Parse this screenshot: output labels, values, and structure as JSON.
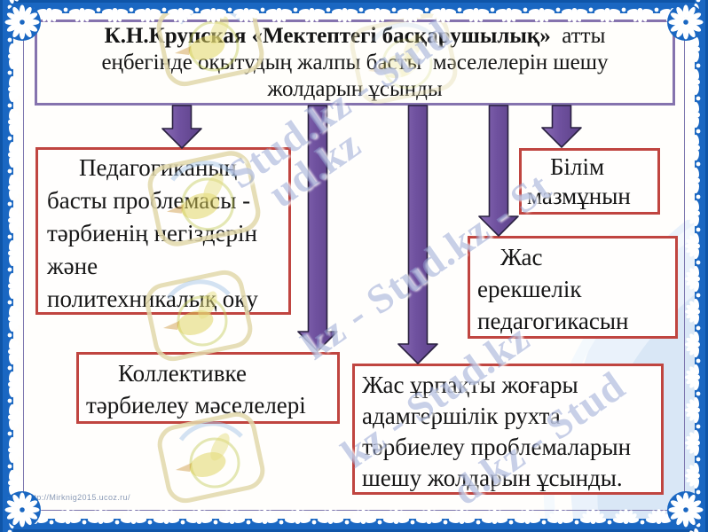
{
  "slide": {
    "title": {
      "line1_bold": "К.Н.Крупская «Мектептегі басқарушылық»",
      "line1_rest": "  атты",
      "line2": "еңбегінде оқытудың жалпы басты  мәселелерін шешу",
      "line3": "жолдарын ұсынды"
    },
    "boxes": [
      {
        "id": "pedagogy-problem",
        "text": "Педагогиканың\nбасты проблемасы -\nтәрбиенің негіздерін\nжәне\nполитехникалық оқу"
      },
      {
        "id": "bilim-mazmuny",
        "text": "Білім\nмазмұнын"
      },
      {
        "id": "zhas-erekshelik",
        "text": "Жас\nерекшелік\nпедагогикасын"
      },
      {
        "id": "kollektiv",
        "text": "Коллективке\nтәрбиелеу мәселелері"
      },
      {
        "id": "zhas-urpak",
        "text": "Жас ұрпақты жоғары\nадамгершілік рухта\nтәрбиелеу проблемаларын\nшешу жолдарын ұсынды."
      }
    ],
    "watermark": {
      "brand": "Stud.kz",
      "chains": [
        "Stud.kz - Stud",
        "ud.kz",
        "kz - Stud.kz - St",
        "kz - Stud.kz",
        "d.kz - Stud"
      ],
      "url": "http://Mirknig2015.ucoz.ru/"
    },
    "colors": {
      "frame_blue": "#1a67c2",
      "title_border_purple": "#8573ae",
      "box_border_red": "#c04540",
      "arrow_purple": "#6f519f",
      "watermark_blue": "#8d9cce"
    }
  }
}
